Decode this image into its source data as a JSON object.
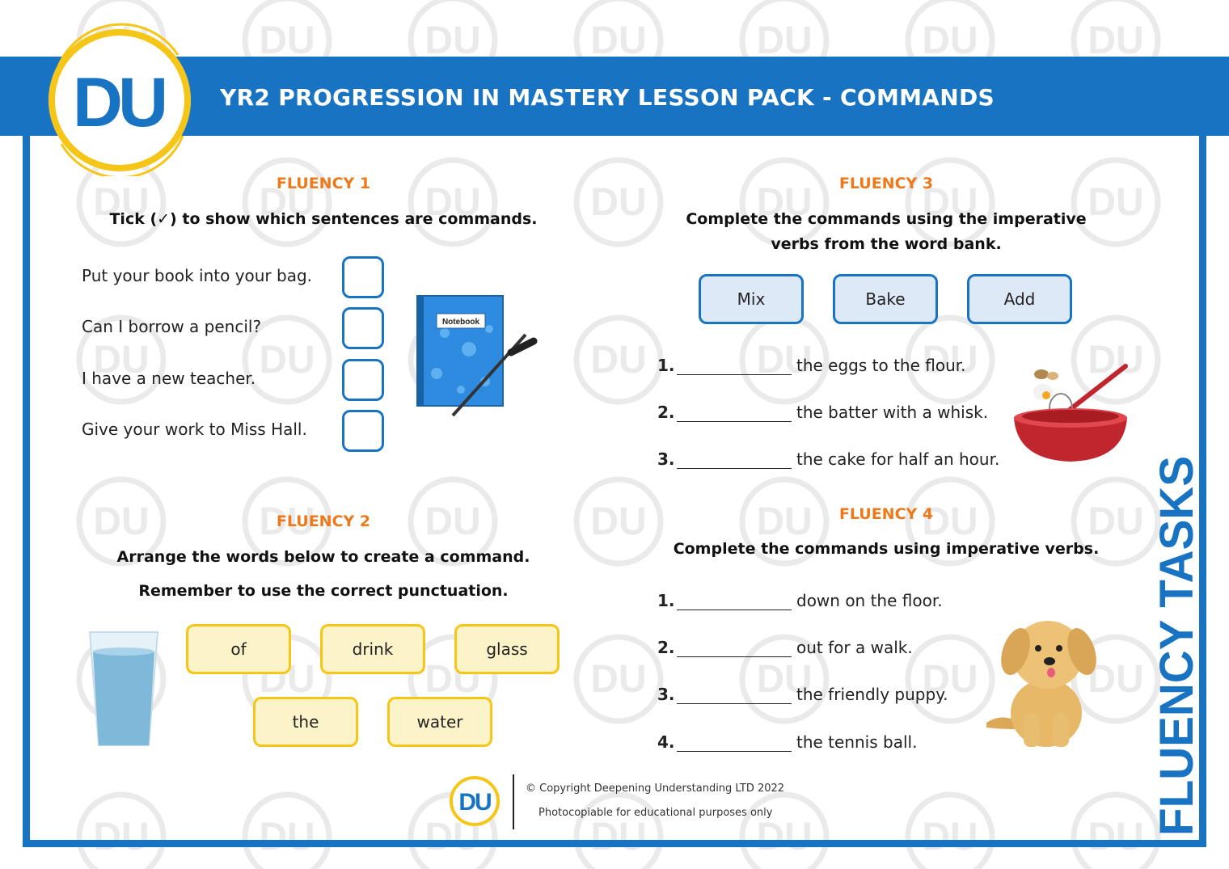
{
  "header": {
    "title": "YR2 PROGRESSION IN MASTERY LESSON PACK - COMMANDS",
    "logo_text": "DU"
  },
  "side_title": "FLUENCY TASKS",
  "fluency1": {
    "label": "FLUENCY 1",
    "instruction": "Tick (✓) to show which sentences are commands.",
    "sentences": [
      "Put your book into your bag.",
      "Can I borrow a pencil?",
      "I have a new teacher.",
      "Give your work to Miss Hall."
    ],
    "notebook_label": "Notebook"
  },
  "fluency2": {
    "label": "FLUENCY 2",
    "instruction_1": "Arrange the words below to create a command.",
    "instruction_2": "Remember to use the correct punctuation.",
    "words": [
      "of",
      "drink",
      "glass",
      "the",
      "water"
    ]
  },
  "fluency3": {
    "label": "FLUENCY 3",
    "instruction_1": "Complete the commands using the imperative",
    "instruction_2": "verbs from the word bank.",
    "word_bank": [
      "Mix",
      "Bake",
      "Add"
    ],
    "items": [
      {
        "num": "1.",
        "text": "the eggs to the flour."
      },
      {
        "num": "2.",
        "text": "the batter with a whisk."
      },
      {
        "num": "3.",
        "text": "the cake for half an hour."
      }
    ]
  },
  "fluency4": {
    "label": "FLUENCY 4",
    "instruction": "Complete the commands using imperative verbs.",
    "items": [
      {
        "num": "1.",
        "text": "down on the floor."
      },
      {
        "num": "2.",
        "text": "out for a walk."
      },
      {
        "num": "3.",
        "text": "the friendly puppy."
      },
      {
        "num": "4.",
        "text": "the tennis ball."
      }
    ]
  },
  "footer": {
    "copyright": "© Copyright Deepening Understanding LTD 2022",
    "note": "Photocopiable for educational purposes only",
    "logo_text": "DU"
  },
  "colors": {
    "brand_blue": "#1873c2",
    "brand_yellow": "#f5c518",
    "heading_orange": "#ec7a1c"
  }
}
